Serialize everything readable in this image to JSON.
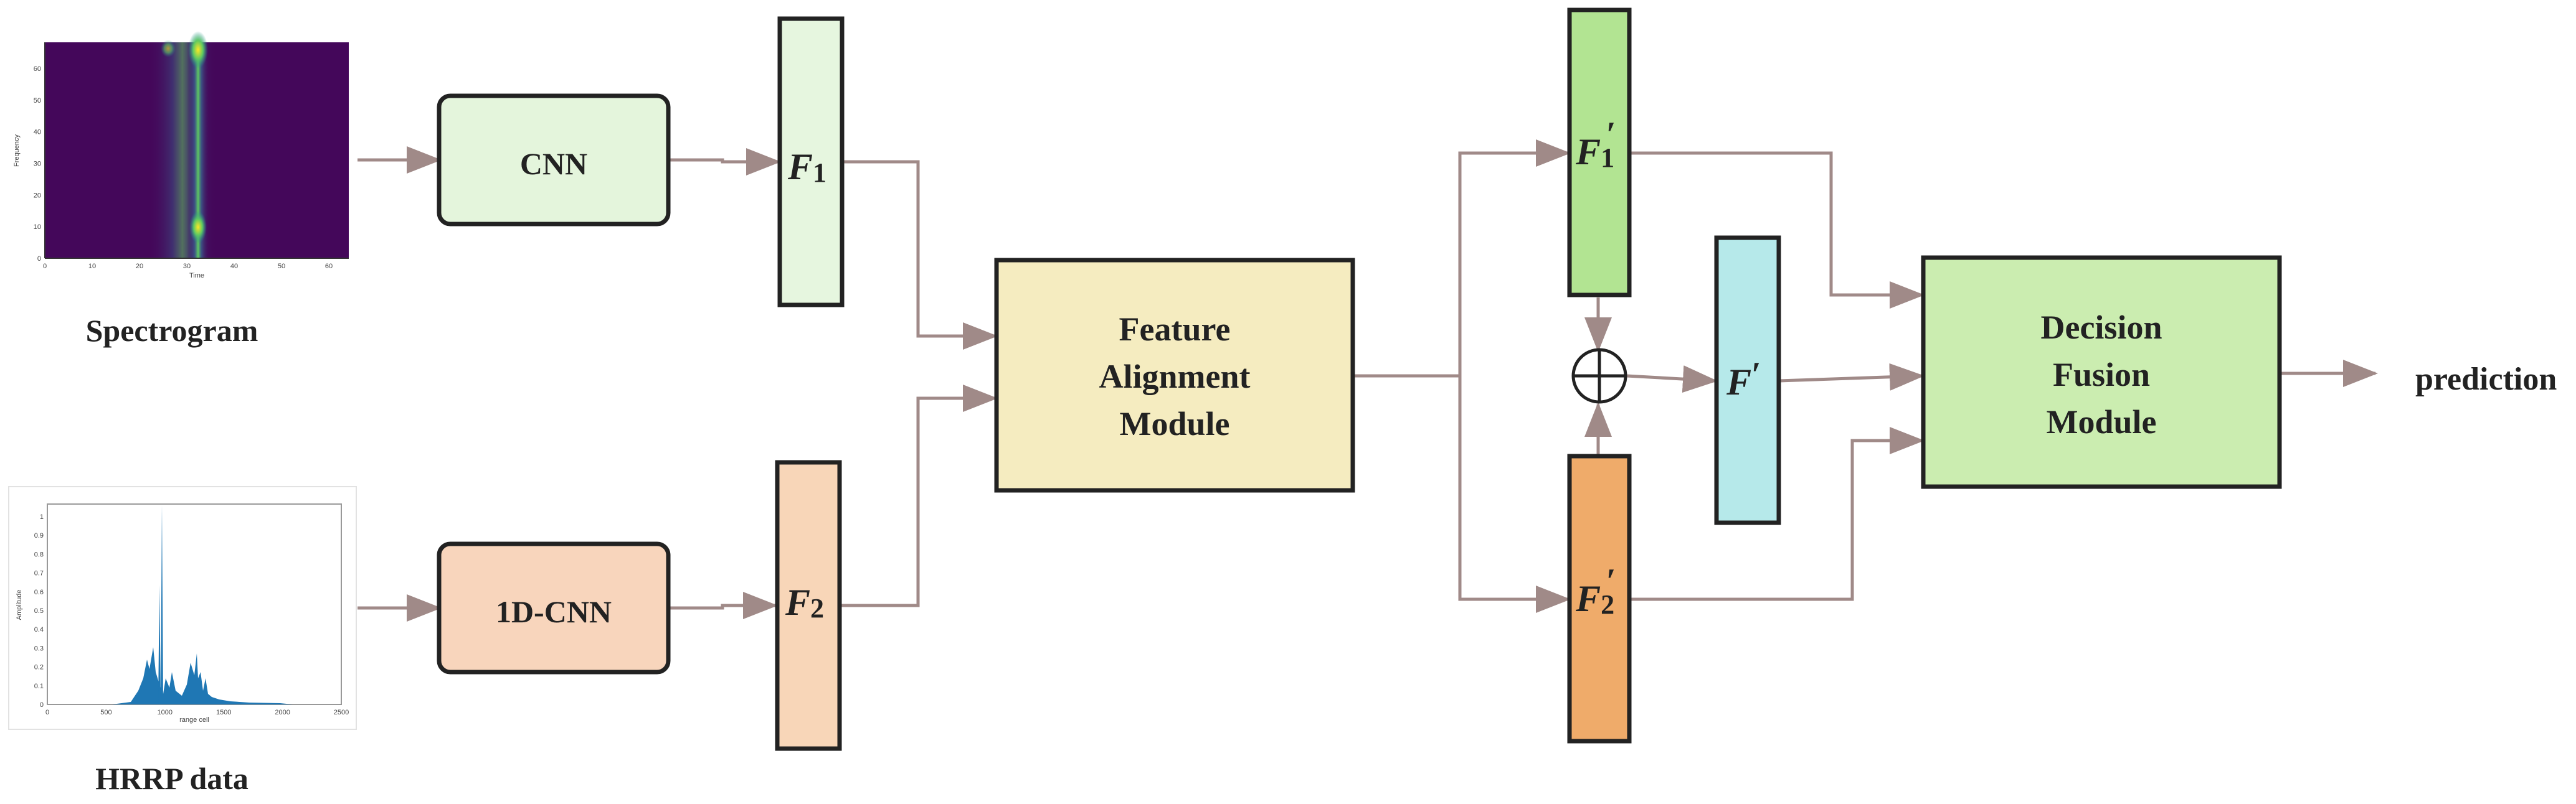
{
  "inputs": {
    "spectrogram": {
      "caption": "Spectrogram",
      "x_label": "Time",
      "y_label": "Frequency",
      "x_ticks": [
        "0",
        "10",
        "20",
        "30",
        "40",
        "50",
        "60"
      ],
      "y_ticks": [
        "0",
        "10",
        "20",
        "30",
        "40",
        "50",
        "60"
      ]
    },
    "hrrp": {
      "caption": "HRRP data",
      "x_label": "range cell",
      "y_label": "Amplitude",
      "x_ticks": [
        "0",
        "500",
        "1000",
        "1500",
        "2000",
        "2500"
      ],
      "y_ticks": [
        "0",
        "0.1",
        "0.2",
        "0.3",
        "0.4",
        "0.5",
        "0.6",
        "0.7",
        "0.8",
        "0.9",
        "1"
      ]
    }
  },
  "blocks": {
    "cnn": "CNN",
    "cnn1d": "1D-CNN",
    "feature_alignment": [
      "Feature",
      "Alignment",
      "Module"
    ],
    "decision_fusion": [
      "Decision",
      "Fusion",
      "Module"
    ]
  },
  "features": {
    "f1": "F",
    "f1_sub": "1",
    "f2": "F",
    "f2_sub": "2",
    "f1_prime": "F",
    "f1_prime_sub": "1",
    "f2_prime": "F",
    "f2_prime_sub": "2",
    "f_prime": "F",
    "prime_mark": "′"
  },
  "output": {
    "label": "prediction"
  },
  "colors": {
    "arrow": "#a08a88",
    "border": "#222222",
    "cnn_fill": "#e4f5dc",
    "cnn1d_fill": "#f8d5bc",
    "f1_fill": "#e6f6df",
    "f2_fill": "#f8d6b8",
    "alignment_fill": "#f5ecc0",
    "f1_prime_fill": "#b2e492",
    "f2_prime_fill": "#efab6a",
    "f_prime_fill": "#b6e9ea",
    "fusion_fill": "#cbedb0",
    "spectrogram_bg": "#44075a"
  }
}
